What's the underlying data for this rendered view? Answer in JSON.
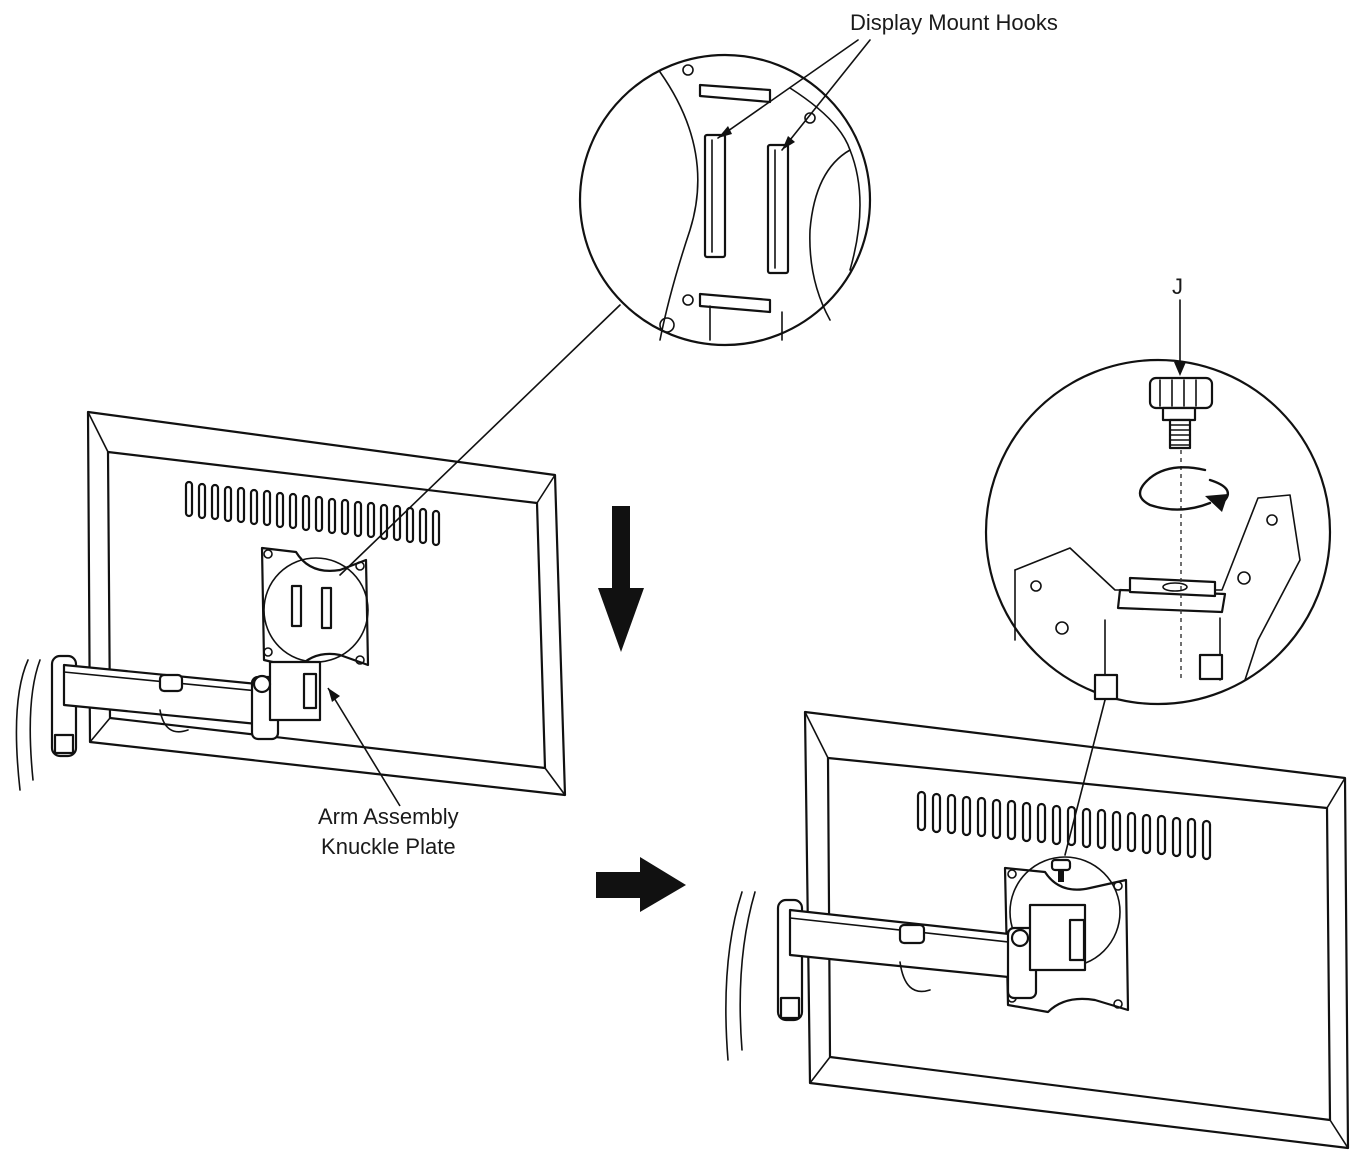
{
  "labels": {
    "display_mount_hooks": "Display Mount Hooks",
    "part_j": "J",
    "arm_assembly_line1": "Arm Assembly",
    "arm_assembly_line2": "Knuckle Plate"
  },
  "colors": {
    "line": "#111111",
    "background": "#ffffff"
  },
  "icons": {
    "down_arrow": "down-arrow-icon",
    "right_arrow": "right-arrow-icon",
    "rotate_arrow": "rotate-arrow-icon"
  }
}
